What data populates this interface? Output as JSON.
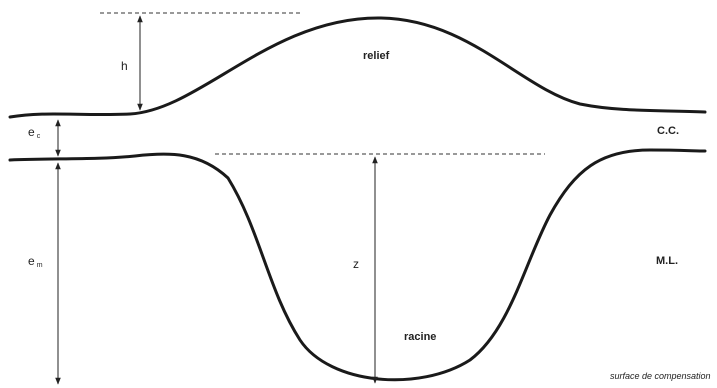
{
  "labels": {
    "h": "h",
    "ec_main": "e",
    "ec_sub": "c",
    "em_main": "e",
    "em_sub": "m",
    "z": "z",
    "relief": "relief",
    "racine": "racine",
    "cc": "C.C.",
    "ml": "M.L.",
    "surface": "surface de compensation"
  }
}
